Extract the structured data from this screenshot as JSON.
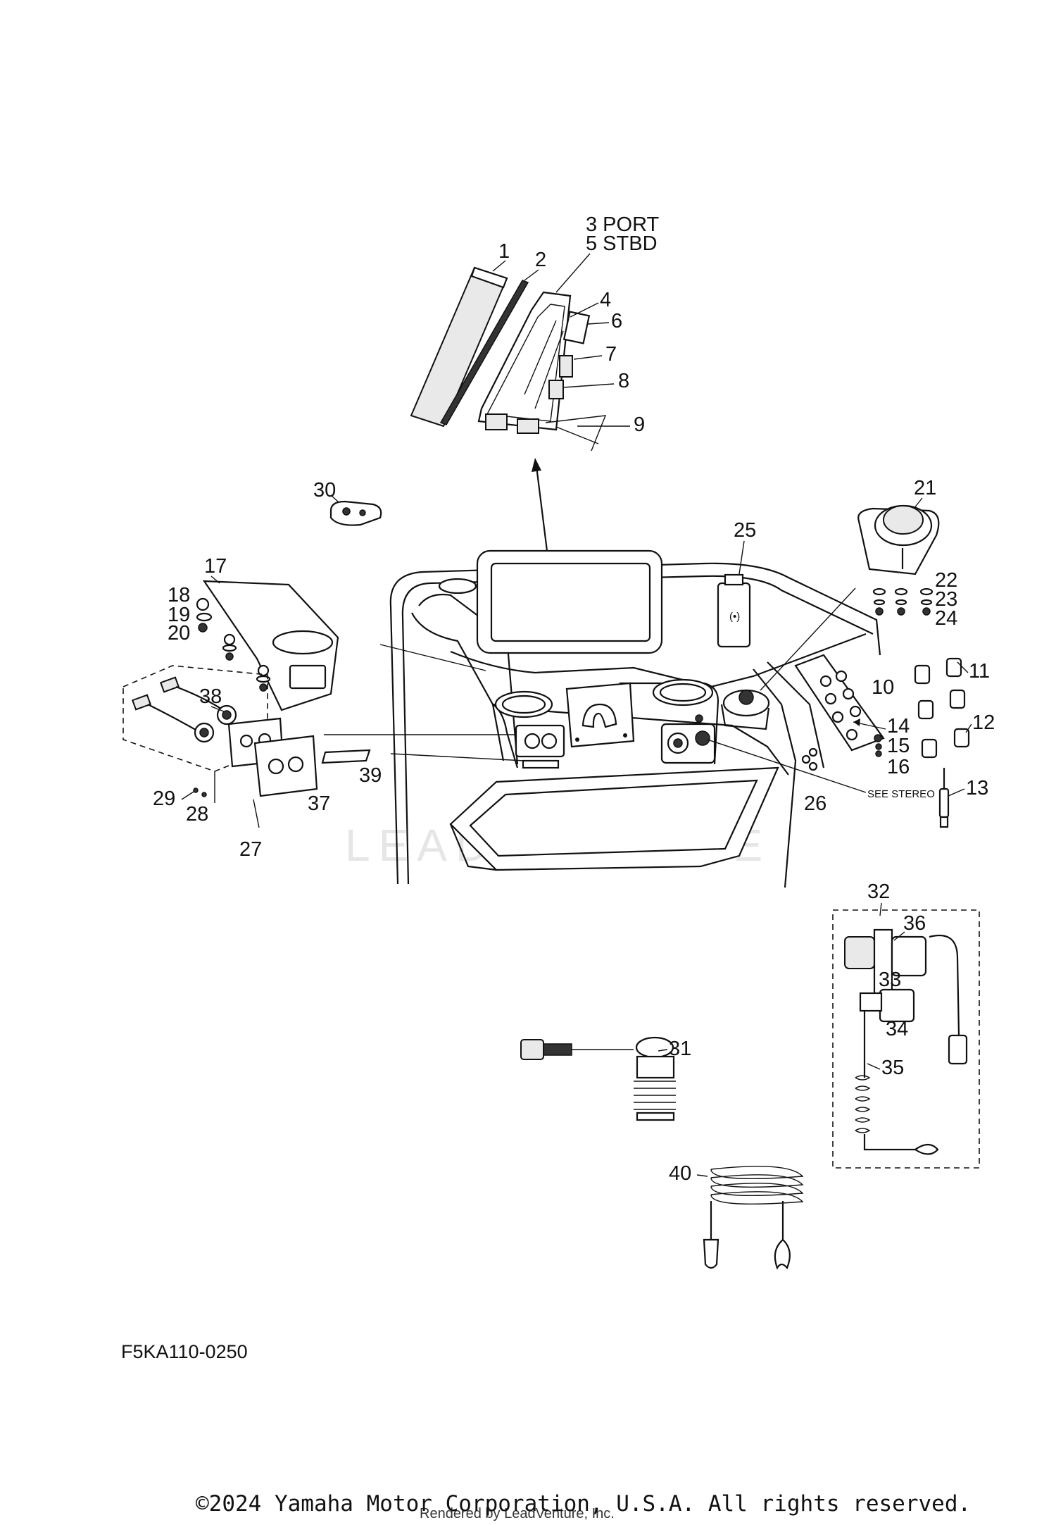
{
  "diagram": {
    "callouts": {
      "c1": "1",
      "c2": "2",
      "c3": "3 PORT",
      "c5": "5 STBD",
      "c4": "4",
      "c6": "6",
      "c7": "7",
      "c8": "8",
      "c9": "9",
      "c10": "10",
      "c11": "11",
      "c12": "12",
      "c13": "13",
      "c14": "14",
      "c15": "15",
      "c16": "16",
      "c17": "17",
      "c18": "18",
      "c19": "19",
      "c20": "20",
      "c21": "21",
      "c22": "22",
      "c23": "23",
      "c24": "24",
      "c25": "25",
      "c26": "26",
      "c27": "27",
      "c28": "28",
      "c29": "29",
      "c30": "30",
      "c31": "31",
      "c32": "32",
      "c33": "33",
      "c34": "34",
      "c35": "35",
      "c36": "36",
      "c37": "37",
      "c38": "38",
      "c39": "39",
      "c40": "40"
    },
    "see_stereo": "SEE STEREO",
    "diagram_code": "F5KA110-0250",
    "watermark": "LEADVENTURE",
    "copyright": "©2024 Yamaha Motor Corporation, U.S.A. All rights reserved.",
    "rendered_by": "Rendered by LeadVenture, Inc."
  }
}
